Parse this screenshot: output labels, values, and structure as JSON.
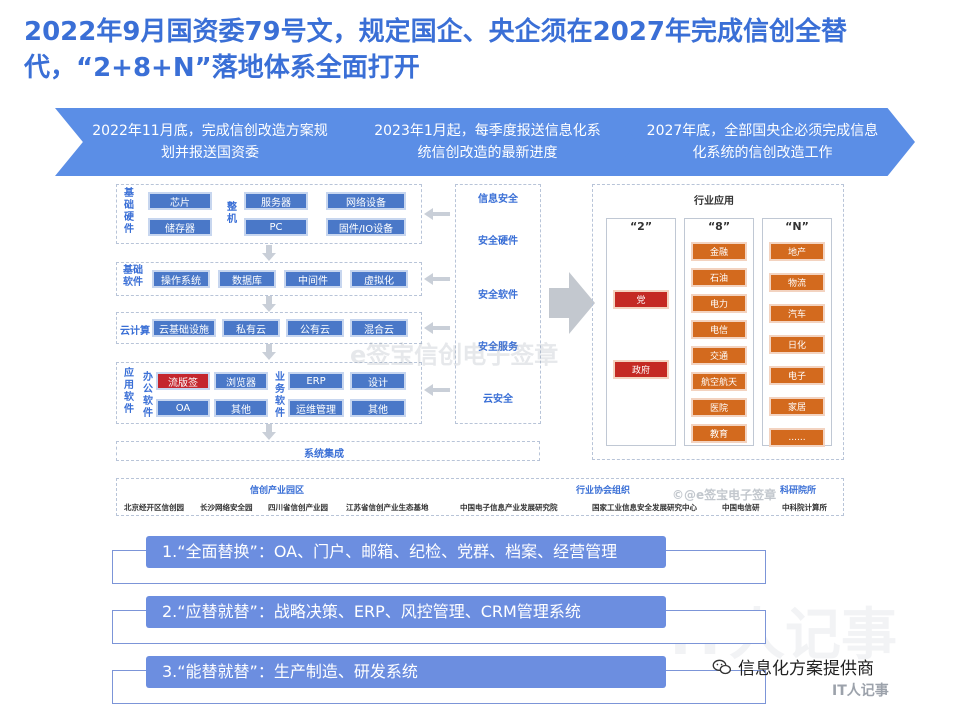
{
  "title": "2022年9月国资委79号文，规定国企、央企须在2027年完成信创全替代，“2+8+N”落地体系全面打开",
  "steps": [
    {
      "text": "2022年11月底，完成信创改造方案规划并报送国资委"
    },
    {
      "text": "2023年1月起，每季度报送信息化系统信创改造的最新进度"
    },
    {
      "text": "2027年底，全部国央企必须完成信息化系统的信创改造工作"
    }
  ],
  "stack": {
    "basic_hardware": {
      "label": "基础硬件",
      "items": [
        "芯片",
        "储存器"
      ],
      "machine_label": "整机",
      "machine_items": [
        "服务器",
        "PC"
      ],
      "net_items": [
        "网络设备",
        "固件/IO设备"
      ]
    },
    "basic_software": {
      "label": "基础软件",
      "items": [
        "操作系统",
        "数据库",
        "中间件",
        "虚拟化"
      ]
    },
    "cloud": {
      "label": "云计算",
      "items": [
        "云基础设施",
        "私有云",
        "公有云",
        "混合云"
      ]
    },
    "app_software": {
      "label": "应用软件",
      "office_label": "办公软件",
      "office_items": [
        "流版签",
        "浏览器",
        "OA",
        "其他"
      ],
      "business_label": "业务软件",
      "business_items": [
        "ERP",
        "设计",
        "运维管理",
        "其他"
      ]
    },
    "integration": "系统集成"
  },
  "security": {
    "label": "信息安全",
    "items": [
      "安全硬件",
      "安全软件",
      "安全服务",
      "云安全"
    ]
  },
  "industry": {
    "label": "行业应用",
    "col2": {
      "head": "“2”",
      "items": [
        "党",
        "政府"
      ]
    },
    "col8": {
      "head": "“8”",
      "items": [
        "金融",
        "石油",
        "电力",
        "电信",
        "交通",
        "航空航天",
        "医院",
        "教育"
      ]
    },
    "colN": {
      "head": "“N”",
      "items": [
        "地产",
        "物流",
        "汽车",
        "日化",
        "电子",
        "家居",
        "......"
      ]
    }
  },
  "parks": {
    "heads": [
      "信创产业园区",
      "行业协会组织",
      "科研院所"
    ],
    "items": [
      "北京经开区信创园",
      "长沙网络安全园",
      "四川省信创产业园",
      "江苏省信创产业生态基地",
      "中国电子信息产业发展研究院",
      "国家工业信息安全发展研究中心",
      "中国电信研",
      "中科院计算所"
    ]
  },
  "watermarks": [
    "e签宝信创电子签章",
    "©@e签宝电子签章",
    "IT人记事"
  ],
  "list": [
    "1.“全面替换”：OA、门户、邮箱、纪检、党群、档案、经营管理",
    "2.“应替就替”：战略决策、ERP、风控管理、CRM管理系统",
    "3.“能替就替”：生产制造、研发系统"
  ],
  "brand": {
    "name": "信息化方案提供商",
    "sub": "IT人记事"
  },
  "colors": {
    "title": "#3a6fd6",
    "chevron": "#5b8ee6",
    "box_blue": "#4a78c8",
    "box_red": "#c4262e",
    "box_orange": "#d36a1e",
    "list_pill": "#6c8ee0"
  }
}
